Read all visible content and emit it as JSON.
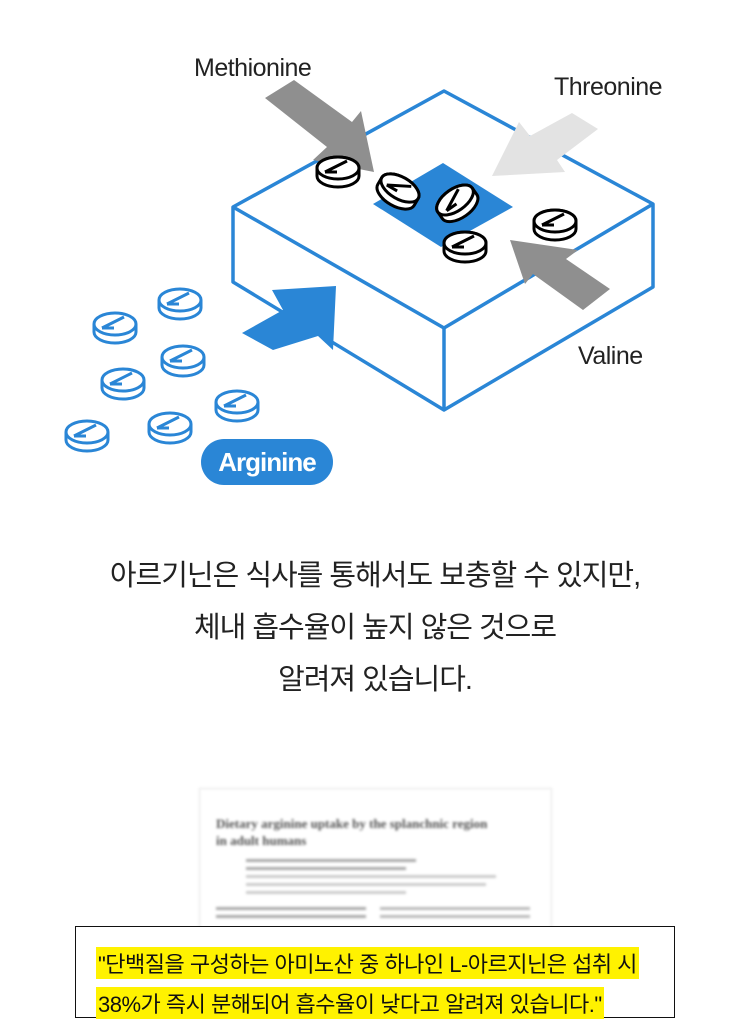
{
  "labels": {
    "methionine": "Methionine",
    "threonine": "Threonine",
    "valine": "Valine",
    "arginine": "Arginine"
  },
  "caption": [
    "아르기닌은 식사를 통해서도 보충할 수 있지만,",
    "체내 흡수율이 높지 않은 것으로",
    "알려져 있습니다."
  ],
  "paper": {
    "title": [
      "Dietary arginine uptake by the splanchnic region",
      "in adult humans"
    ]
  },
  "quote": [
    "\"단백질을 구성하는 아미노산 중 하나인 L-아르지닌은 섭취 시",
    "38%가 즉시 분해되어 흡수율이 낮다고 알려져 있습니다.\""
  ],
  "colors": {
    "blue": "#2a86d6",
    "dark_arrow": "#8f8f8f",
    "light_arrow": "#e3e3e3",
    "highlight": "#fff200"
  }
}
